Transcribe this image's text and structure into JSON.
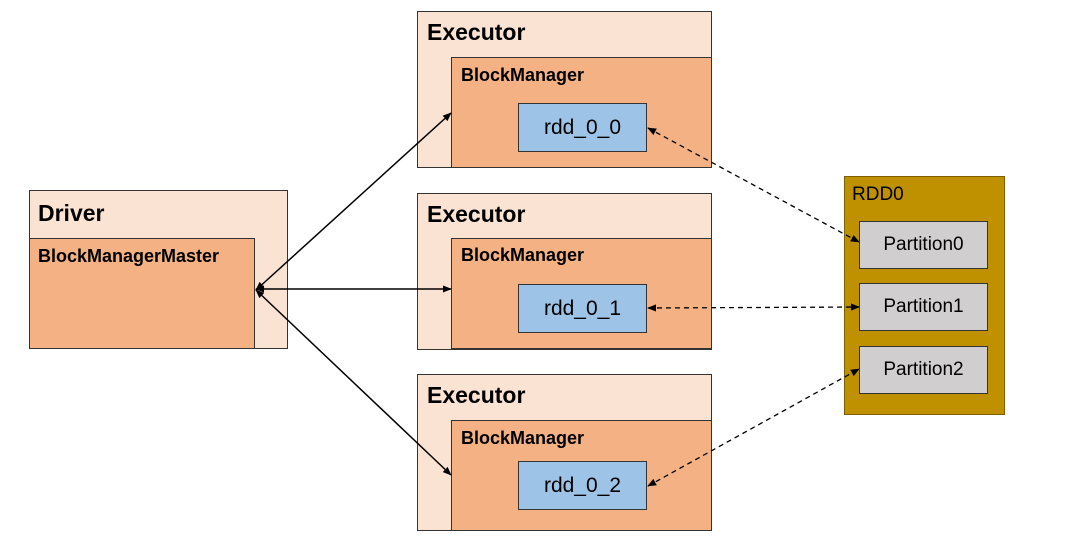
{
  "driver": {
    "title": "Driver",
    "master_label": "BlockManagerMaster"
  },
  "executors": [
    {
      "title": "Executor",
      "manager_label": "BlockManager",
      "block": "rdd_0_0"
    },
    {
      "title": "Executor",
      "manager_label": "BlockManager",
      "block": "rdd_0_1"
    },
    {
      "title": "Executor",
      "manager_label": "BlockManager",
      "block": "rdd_0_2"
    }
  ],
  "rdd": {
    "title": "RDD0",
    "partitions": [
      "Partition0",
      "Partition1",
      "Partition2"
    ]
  },
  "colors": {
    "outer_fill": "#fbe3d3",
    "inner_fill": "#f4b183",
    "block_fill": "#9dc3e6",
    "rdd_fill": "#bf9000",
    "partition_fill": "#d0cece"
  }
}
